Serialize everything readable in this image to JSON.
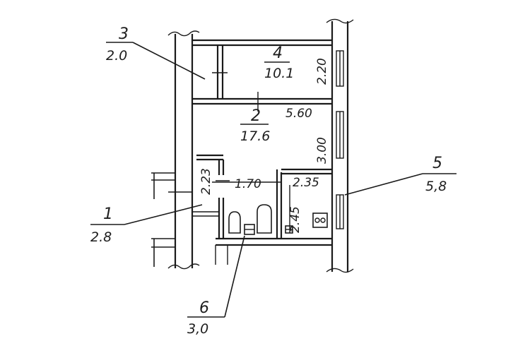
{
  "rooms": [
    {
      "id": "1",
      "number": "1",
      "area": "2.8"
    },
    {
      "id": "2",
      "number": "2",
      "area": "17.6"
    },
    {
      "id": "3",
      "number": "3",
      "area": "2.0"
    },
    {
      "id": "4",
      "number": "4",
      "area": "10.1"
    },
    {
      "id": "5",
      "number": "5",
      "area": "5,8"
    },
    {
      "id": "6",
      "number": "6",
      "area": "3,0"
    }
  ],
  "dimensions": {
    "d_2_20": "2.20",
    "d_5_60": "5.60",
    "d_3_00": "3.00",
    "d_2_23": "2.23",
    "d_1_70": "1.70",
    "d_2_35": "2.35",
    "d_2_45": "2.45"
  }
}
